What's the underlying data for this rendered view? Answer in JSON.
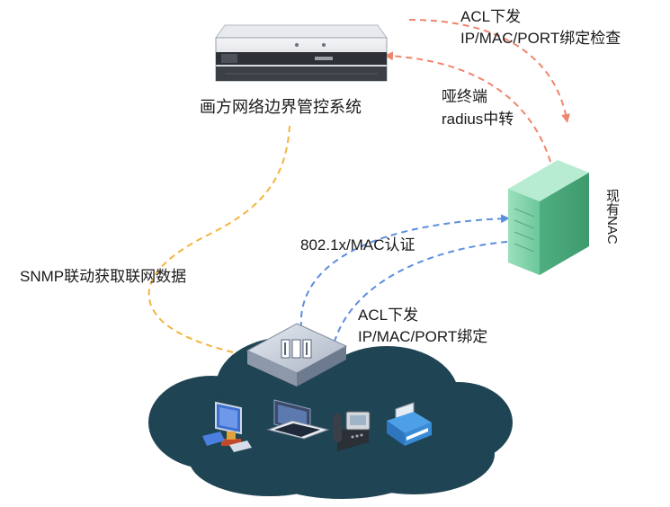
{
  "labels": {
    "server": "画方网络边界管控系统",
    "nac": "现有NAC",
    "snmp": "SNMP联动获取联网数据",
    "auth": "802.1x/MAC认证",
    "acl_top_line1": "ACL下发",
    "acl_top_line2": "IP/MAC/PORT绑定检查",
    "radius_line1": "哑终端",
    "radius_line2": "radius中转",
    "acl_bottom_line1": "ACL下发",
    "acl_bottom_line2": "IP/MAC/PORT绑定"
  },
  "colors": {
    "orange_dash": "#f3b43f",
    "salmon_dash": "#f0856d",
    "blue_dash": "#5b8fe0",
    "cloud": "#1f4453",
    "nac_green": "#7fd1a8",
    "server_silver": "#d9dce0"
  },
  "icons": [
    "rack-server-icon",
    "nac-tower-server-icon",
    "network-switch-icon",
    "desktop-pc-icon",
    "laptop-icon",
    "ip-phone-icon",
    "printer-icon",
    "network-cloud-icon"
  ]
}
